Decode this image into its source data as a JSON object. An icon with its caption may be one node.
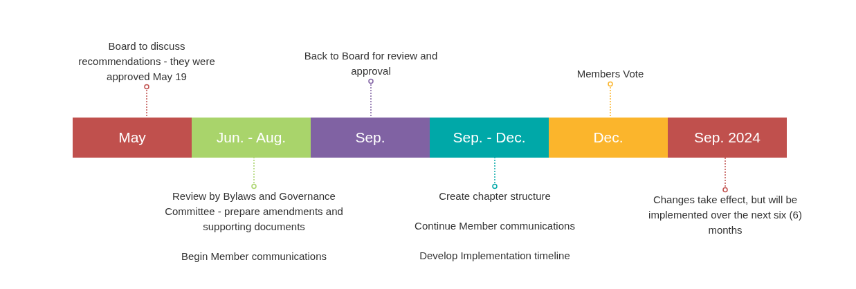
{
  "diagram": {
    "nodes": [
      {
        "text": [
          "May"
        ]
      },
      {
        "text": [
          "Jun. - Aug."
        ]
      },
      {
        "text": [
          "Sep."
        ]
      },
      {
        "text": [
          "Sep. - Dec."
        ]
      },
      {
        "text": [
          "Dec."
        ]
      },
      {
        "text": [
          "Sep. 2024"
        ]
      },
      {
        "text": [
          "Board to discuss recommendations - they were approved May 19"
        ]
      },
      {
        "text": [
          "Back to Board for review and approval"
        ]
      },
      {
        "text": [
          "Members Vote"
        ]
      },
      {
        "text": [
          "Review by Bylaws and Governance Committee - prepare amendments and supporting documents",
          "Begin Member communications"
        ]
      },
      {
        "text": [
          "Create chapter structure",
          "Continue Member communications",
          "Develop Implementation timeline"
        ]
      },
      {
        "text": [
          "Changes take effect, but will be implemented over the next six (6) months"
        ]
      }
    ],
    "edges": [
      {
        "from": 6,
        "to": 0,
        "arrow": "other",
        "style": "dashed",
        "color": "#c0504d"
      },
      {
        "from": 7,
        "to": 2,
        "arrow": "other",
        "style": "dashed",
        "color": "#8062a3"
      },
      {
        "from": 8,
        "to": 4,
        "arrow": "other",
        "style": "dashed",
        "color": "#fbb52c"
      },
      {
        "from": 9,
        "to": 1,
        "arrow": "other",
        "style": "dashed",
        "color": "#a9d46b"
      },
      {
        "from": 10,
        "to": 3,
        "arrow": "other",
        "style": "dashed",
        "color": "#00a8a8"
      },
      {
        "from": 11,
        "to": 5,
        "arrow": "other",
        "style": "dashed",
        "color": "#c0504d"
      }
    ]
  }
}
